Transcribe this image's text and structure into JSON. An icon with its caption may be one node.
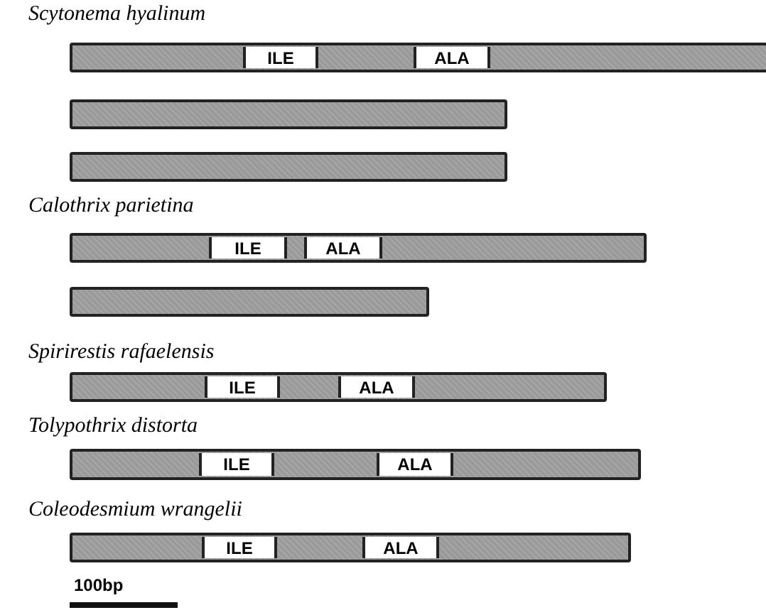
{
  "diagram": {
    "nodes": [
      {
        "text": [],
        "shape": "bar"
      },
      {
        "text": [
          "ILE"
        ],
        "in": 0
      },
      {
        "text": [
          "ALA"
        ],
        "in": 0
      },
      {
        "text": [],
        "shape": "bar"
      },
      {
        "text": [],
        "shape": "bar"
      },
      {
        "text": [],
        "shape": "bar"
      },
      {
        "text": [
          "ILE"
        ],
        "in": 5
      },
      {
        "text": [
          "ALA"
        ],
        "in": 5
      },
      {
        "text": [],
        "shape": "bar"
      },
      {
        "text": [],
        "shape": "bar"
      },
      {
        "text": [
          "ILE"
        ],
        "in": 9
      },
      {
        "text": [
          "ALA"
        ],
        "in": 9
      },
      {
        "text": [],
        "shape": "bar"
      },
      {
        "text": [
          "ILE"
        ],
        "in": 12
      },
      {
        "text": [
          "ALA"
        ],
        "in": 12
      },
      {
        "text": [],
        "shape": "bar"
      },
      {
        "text": [
          "ILE"
        ],
        "in": 15
      },
      {
        "text": [
          "ALA"
        ],
        "in": 15
      }
    ],
    "labels": [
      "Scytonema hyalinum",
      "Calothrix parietina",
      "Spirirestis rafaelensis",
      "Tolypothrix distorta",
      "Coleodesmium wrangelii",
      "100bp"
    ]
  }
}
